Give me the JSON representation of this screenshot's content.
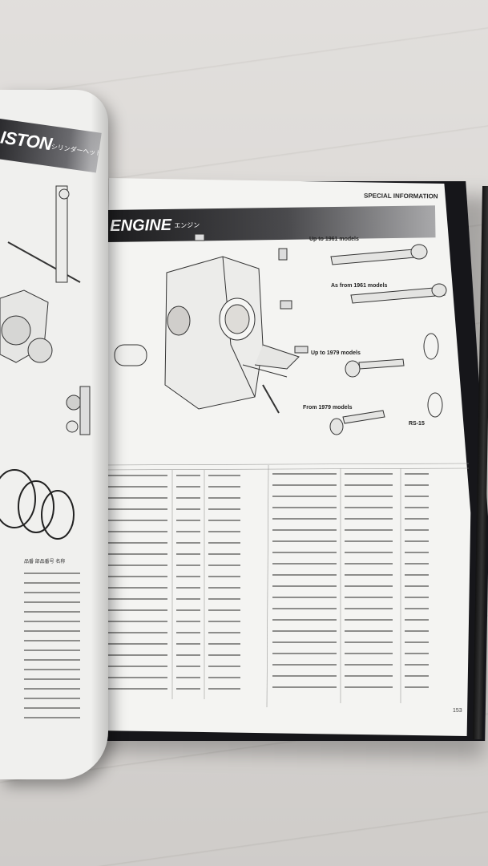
{
  "left_page": {
    "banner_title": "ISTON",
    "banner_subtitle": "シリンダーヘッド",
    "table_header": "品番 部品番号 名称"
  },
  "right_page": {
    "section_header": "SPECIAL INFORMATION",
    "banner_title": "ENGINE",
    "banner_subtitle": "エンジン",
    "captions": {
      "up_to_1961": "Up to 1961 models",
      "as_from_1961": "As from 1961 models",
      "up_to_1979": "Up to 1979 models",
      "from_1979": "From 1979 models",
      "rs15": "RS-15"
    },
    "page_number": "153"
  },
  "colors": {
    "banner_dark": "#1c1c1e",
    "page": "#f4f4f2",
    "wall": "#d9d6d3"
  }
}
